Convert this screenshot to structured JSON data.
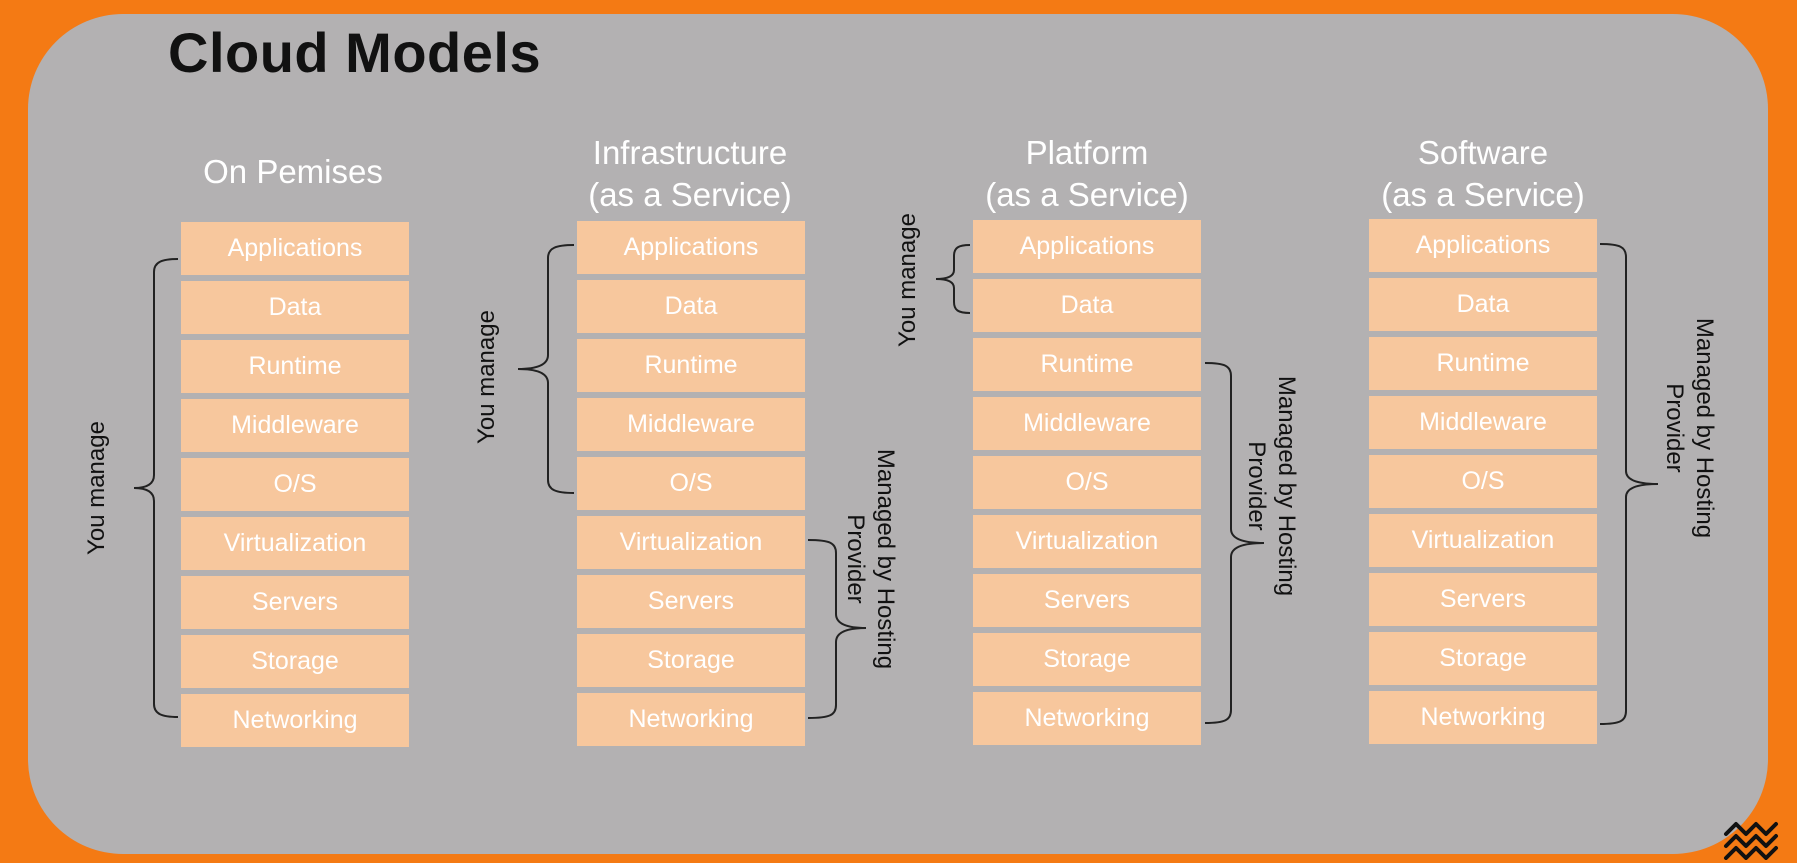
{
  "title": "Cloud Models",
  "columns": [
    {
      "title_line1": "On Pemises",
      "title_line2": "",
      "layers": [
        "Applications",
        "Data",
        "Runtime",
        "Middleware",
        "O/S",
        "Virtualization",
        "Servers",
        "Storage",
        "Networking"
      ],
      "you_manage_label": "You manage",
      "provider_label_line1": "",
      "provider_label_line2": ""
    },
    {
      "title_line1": "Infrastructure",
      "title_line2": "(as a Service)",
      "layers": [
        "Applications",
        "Data",
        "Runtime",
        "Middleware",
        "O/S",
        "Virtualization",
        "Servers",
        "Storage",
        "Networking"
      ],
      "you_manage_label": "You manage",
      "provider_label_line1": "Managed by Hosting",
      "provider_label_line2": "Provider"
    },
    {
      "title_line1": "Platform",
      "title_line2": "(as a Service)",
      "layers": [
        "Applications",
        "Data",
        "Runtime",
        "Middleware",
        "O/S",
        "Virtualization",
        "Servers",
        "Storage",
        "Networking"
      ],
      "you_manage_label": "You manage",
      "provider_label_line1": "Managed by Hosting",
      "provider_label_line2": "Provider"
    },
    {
      "title_line1": "Software",
      "title_line2": "(as a Service)",
      "layers": [
        "Applications",
        "Data",
        "Runtime",
        "Middleware",
        "O/S",
        "Virtualization",
        "Servers",
        "Storage",
        "Networking"
      ],
      "you_manage_label": "",
      "provider_label_line1": "Managed by Hosting",
      "provider_label_line2": "Provider"
    }
  ],
  "colors": {
    "background": "#f47a14",
    "panel": "#b3b1b2",
    "layer_box": "#f7c79d",
    "text_light": "#ffffff",
    "text_dark": "#111111"
  },
  "icons": {
    "brand_logo": "wave-logo-icon"
  }
}
